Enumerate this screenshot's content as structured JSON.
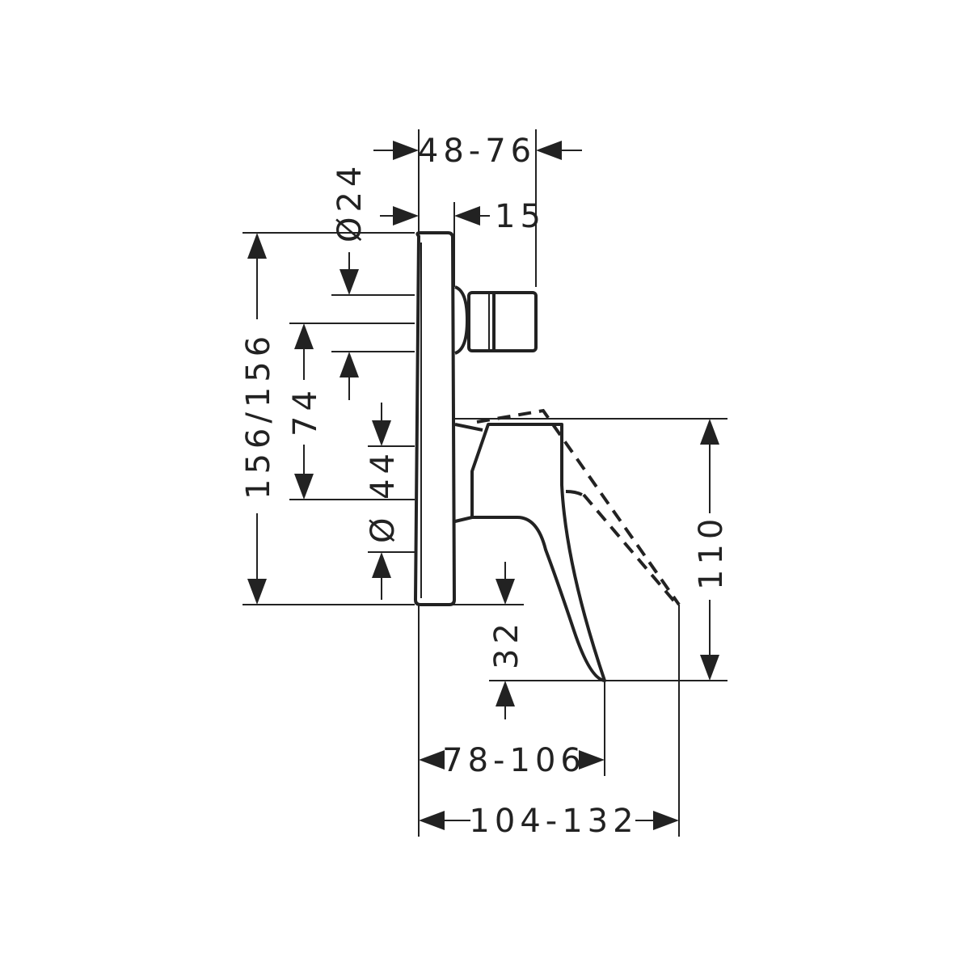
{
  "drawing": {
    "dims": {
      "depth_top": "48-76",
      "diverter_dia": "Ø24",
      "diverter_offset": "15",
      "plate_height": "156/156",
      "spacing": "74",
      "cartridge_dia_num": "44",
      "cartridge_dia_sym": "Ø",
      "spout_height": "110",
      "spout_drop": "32",
      "spout_projection": "78-106",
      "handle_projection": "104-132"
    },
    "line_color": "#222222"
  }
}
